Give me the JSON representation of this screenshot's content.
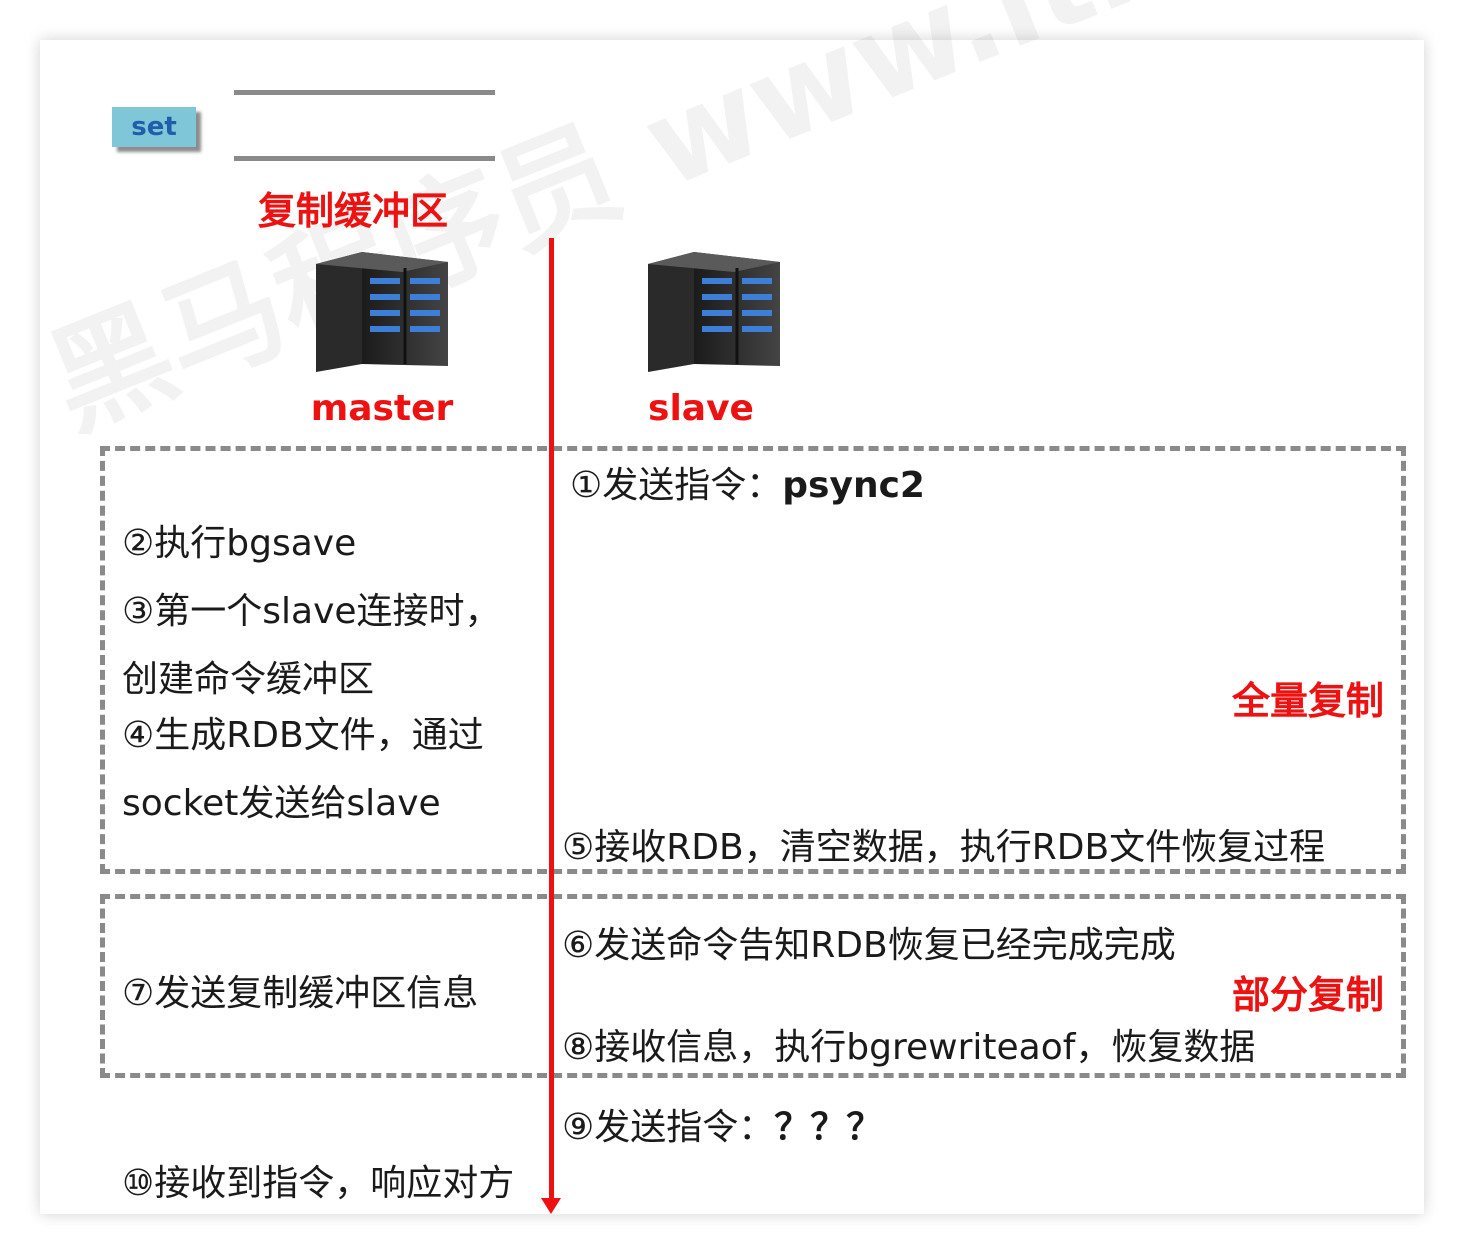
{
  "set_badge": "set",
  "buffer_label": "复制缓冲区",
  "master_label": "master",
  "slave_label": "slave",
  "full_sync_label": "全量复制",
  "partial_sync_label": "部分复制",
  "steps": {
    "s1_prefix": "①发送指令：",
    "s1_cmd": "psync2",
    "s2": "②执行bgsave",
    "s3_line1": "③第一个slave连接时，",
    "s3_line2": "创建命令缓冲区",
    "s4_line1": "④生成RDB文件，通过",
    "s4_line2": "socket发送给slave",
    "s5": "⑤接收RDB，清空数据，执行RDB文件恢复过程",
    "s6": "⑥发送命令告知RDB恢复已经完成完成",
    "s7": "⑦发送复制缓冲区信息",
    "s8": "⑧接收信息，执行bgrewriteaof，恢复数据",
    "s9_prefix": "⑨发送指令：",
    "s9_cmd": "？？？",
    "s10": "⑩接收到指令，响应对方"
  },
  "colors": {
    "accent_red": "#ee1111",
    "dash_gray": "#8a8a8a",
    "badge_bg": "#7fc6d9",
    "badge_text": "#1f5ea8"
  }
}
